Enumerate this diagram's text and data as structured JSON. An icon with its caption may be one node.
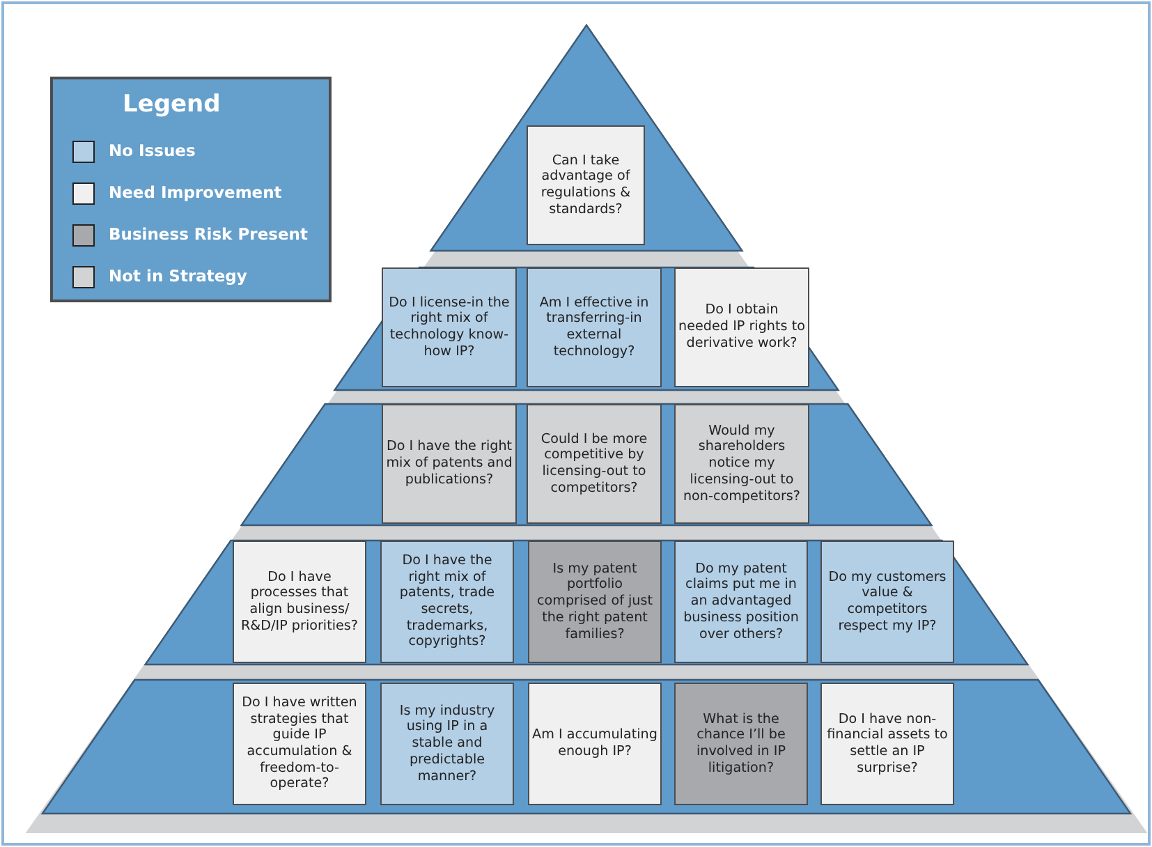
{
  "diagram": {
    "nodes": [
      {
        "text": [
          "Can I take advantage of regulations & standards?"
        ]
      },
      {
        "text": [
          "Do I license-in the right mix of technology know-how IP?"
        ]
      },
      {
        "text": [
          "Am I effective in transferring-in external technology?"
        ]
      },
      {
        "text": [
          "Do I obtain needed IP rights to derivative work?"
        ]
      },
      {
        "text": [
          "Do I have the right mix of patents and publications?"
        ]
      },
      {
        "text": [
          "Could I be more competitive by licensing-out to competitors?"
        ]
      },
      {
        "text": [
          "Would my shareholders notice my licensing-out to non-competitors?"
        ]
      },
      {
        "text": [
          "Do I have processes that align business/ R&D/IP priorities?"
        ]
      },
      {
        "text": [
          "Do I have the right mix of patents, trade secrets, trademarks, copyrights?"
        ]
      },
      {
        "text": [
          "Is my patent portfolio comprised of just the right patent families?"
        ]
      },
      {
        "text": [
          "Do my patent claims put me in an advantaged business position over others?"
        ]
      },
      {
        "text": [
          "Do my customers value & competitors respect my IP?"
        ]
      },
      {
        "text": [
          "Do I have written strategies that guide IP accumulation & freedom-to-operate?"
        ]
      },
      {
        "text": [
          "Is my industry using IP in a stable and predictable manner?"
        ]
      },
      {
        "text": [
          "Am I accumulating enough IP?"
        ]
      },
      {
        "text": [
          "What is the chance I’ll be involved in IP litigation?"
        ]
      },
      {
        "text": [
          "Do I have non-financial assets to settle an IP surprise?"
        ]
      }
    ],
    "edges": [],
    "labels": [
      "Legend"
    ],
    "legend": [
      {
        "text": "No Issues",
        "color": "#b3cfe6"
      },
      {
        "text": "Need Improvement",
        "color": "#f0f0f0"
      },
      {
        "text": "Business Risk Present",
        "color": "#a7a9ac"
      },
      {
        "text": "Not in Strategy",
        "color": "#d2d3d5"
      }
    ]
  }
}
